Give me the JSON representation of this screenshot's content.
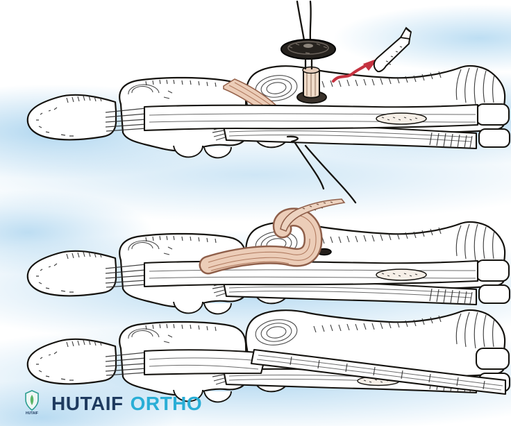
{
  "branding": {
    "logo_text": "HUTAIF",
    "wordmark_primary": "HUTAIF",
    "wordmark_secondary": "ORTHO"
  },
  "colors": {
    "background": "#ffffff",
    "cloud_blue": "#a7d2ee",
    "ink": "#15130f",
    "bone_fill": "#ffffff",
    "tendon_tan": "#eccdb8",
    "tendon_tan_stroke": "#96634c",
    "arrow_red": "#c53240",
    "instrument_dark": "#26221e",
    "brand_navy": "#1e3a5f",
    "brand_cyan": "#29aed6",
    "logo_teal": "#2a9d8f"
  }
}
